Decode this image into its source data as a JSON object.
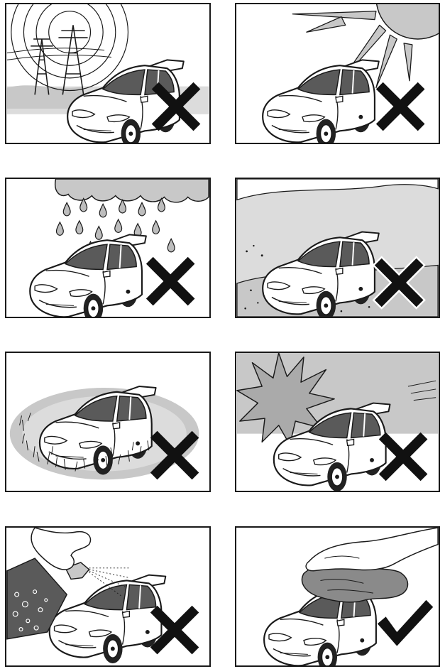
{
  "panels": [
    {
      "id": "p1",
      "scene": "power-lines",
      "verdict": "prohibited"
    },
    {
      "id": "p2",
      "scene": "direct-sunlight",
      "verdict": "prohibited"
    },
    {
      "id": "p3",
      "scene": "rain",
      "verdict": "prohibited"
    },
    {
      "id": "p4",
      "scene": "sand-and-dirt",
      "verdict": "prohibited"
    },
    {
      "id": "p5",
      "scene": "tall-grass",
      "verdict": "prohibited"
    },
    {
      "id": "p6",
      "scene": "collision",
      "verdict": "prohibited"
    },
    {
      "id": "p7",
      "scene": "spray-cleaner",
      "verdict": "prohibited"
    },
    {
      "id": "p8",
      "scene": "wipe-with-cloth",
      "verdict": "allowed"
    }
  ],
  "colors": {
    "outline": "#1a1a1a",
    "window": "#5a5a5a",
    "shade": "#c8c8c8",
    "light_shade": "#dcdcdc",
    "mark": "#111111"
  },
  "icons": {
    "prohibited": "x-mark-icon",
    "allowed": "check-mark-icon"
  }
}
